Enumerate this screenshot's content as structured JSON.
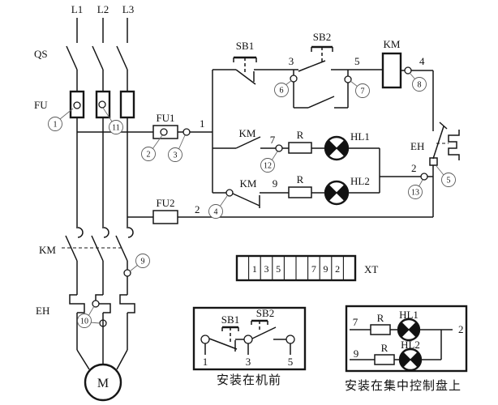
{
  "labels": {
    "l1": "L1",
    "l2": "L2",
    "l3": "L3",
    "qs": "QS",
    "fu": "FU",
    "fu1": "FU1",
    "fu2": "FU2",
    "sb1": "SB1",
    "sb2": "SB2",
    "km_coil": "KM",
    "km_no": "KM",
    "km_nc": "KM",
    "km_main": "KM",
    "eh_ctrl": "EH",
    "eh_main": "EH",
    "r1": "R",
    "r2": "R",
    "hl1": "HL1",
    "hl2": "HL2",
    "motor": "M",
    "w1": "1",
    "w2": "2",
    "w3": "3",
    "w4": "4",
    "w5": "5",
    "w7": "7",
    "w9": "9",
    "w2b": "2"
  },
  "refs": [
    "1",
    "2",
    "3",
    "4",
    "5",
    "6",
    "7",
    "8",
    "9",
    "10",
    "11",
    "12",
    "13"
  ],
  "terminal_block": {
    "label": "XT",
    "cells": [
      "",
      "1",
      "3",
      "5",
      "",
      "",
      "7",
      "9",
      "2",
      ""
    ]
  },
  "inset_machine": {
    "caption": "安装在机前",
    "sb1": "SB1",
    "sb2": "SB2",
    "t1": "1",
    "t3": "3",
    "t5": "5"
  },
  "inset_panel": {
    "caption": "安装在集中控制盘上",
    "w7": "7",
    "w9": "9",
    "w2": "2",
    "r1": "R",
    "r2": "R",
    "hl1": "HL1",
    "hl2": "HL2"
  },
  "colors": {
    "ink": "#161616",
    "paper": "#ffffff",
    "callout": "#5a5a5a"
  }
}
